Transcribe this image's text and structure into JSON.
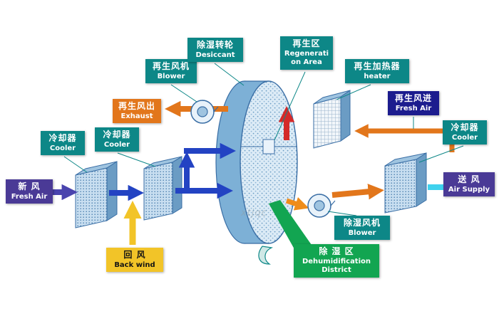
{
  "labels": {
    "fresh_air_in": {
      "zh": "新 风",
      "en": "Fresh Air"
    },
    "cooler1": {
      "zh": "冷却器",
      "en": "Cooler"
    },
    "cooler2": {
      "zh": "冷却器",
      "en": "Cooler"
    },
    "regen_blower": {
      "zh": "再生风机",
      "en": "Blower"
    },
    "exhaust": {
      "zh": "再生风出",
      "en": "Exhaust"
    },
    "desiccant": {
      "zh": "除湿转轮",
      "en": "Desiccant"
    },
    "regen_area": {
      "zh": "再生区",
      "en1": "Regenerati",
      "en2": "on Area"
    },
    "heater": {
      "zh": "再生加热器",
      "en": "heater"
    },
    "regen_fresh_air": {
      "zh": "再生风进",
      "en": "Fresh Air"
    },
    "cooler3": {
      "zh": "冷却器",
      "en": "Cooler"
    },
    "air_supply": {
      "zh": "送 风",
      "en": "Air Supply"
    },
    "dehumid_blower": {
      "zh": "除湿风机",
      "en": "Blower"
    },
    "back_wind": {
      "zh": "回 风",
      "en": "Back wind"
    },
    "dehumid_district": {
      "zh": "除 湿 区",
      "en1": "Dehumidification",
      "en2": "District"
    }
  },
  "watermark": "xtjqc",
  "colors": {
    "teal_box": "#0d8787",
    "purple_box": "#4a3a96",
    "navy_box": "#1c1c8e",
    "orange_box": "#e2761b",
    "yellow_box": "#f2c428",
    "green_box": "#12a551",
    "blue_arrow": "#2343c3",
    "purple_arrow": "#4a44ae",
    "orange_arrow": "#e2761b",
    "yellow_arrow": "#f2c428",
    "red_arrow": "#d42a2a",
    "cyan_arrow": "#3fd2ee",
    "wheel_face": "#dcebf6",
    "wheel_side": "#7db0d6",
    "outline": "#3a6ea5"
  }
}
